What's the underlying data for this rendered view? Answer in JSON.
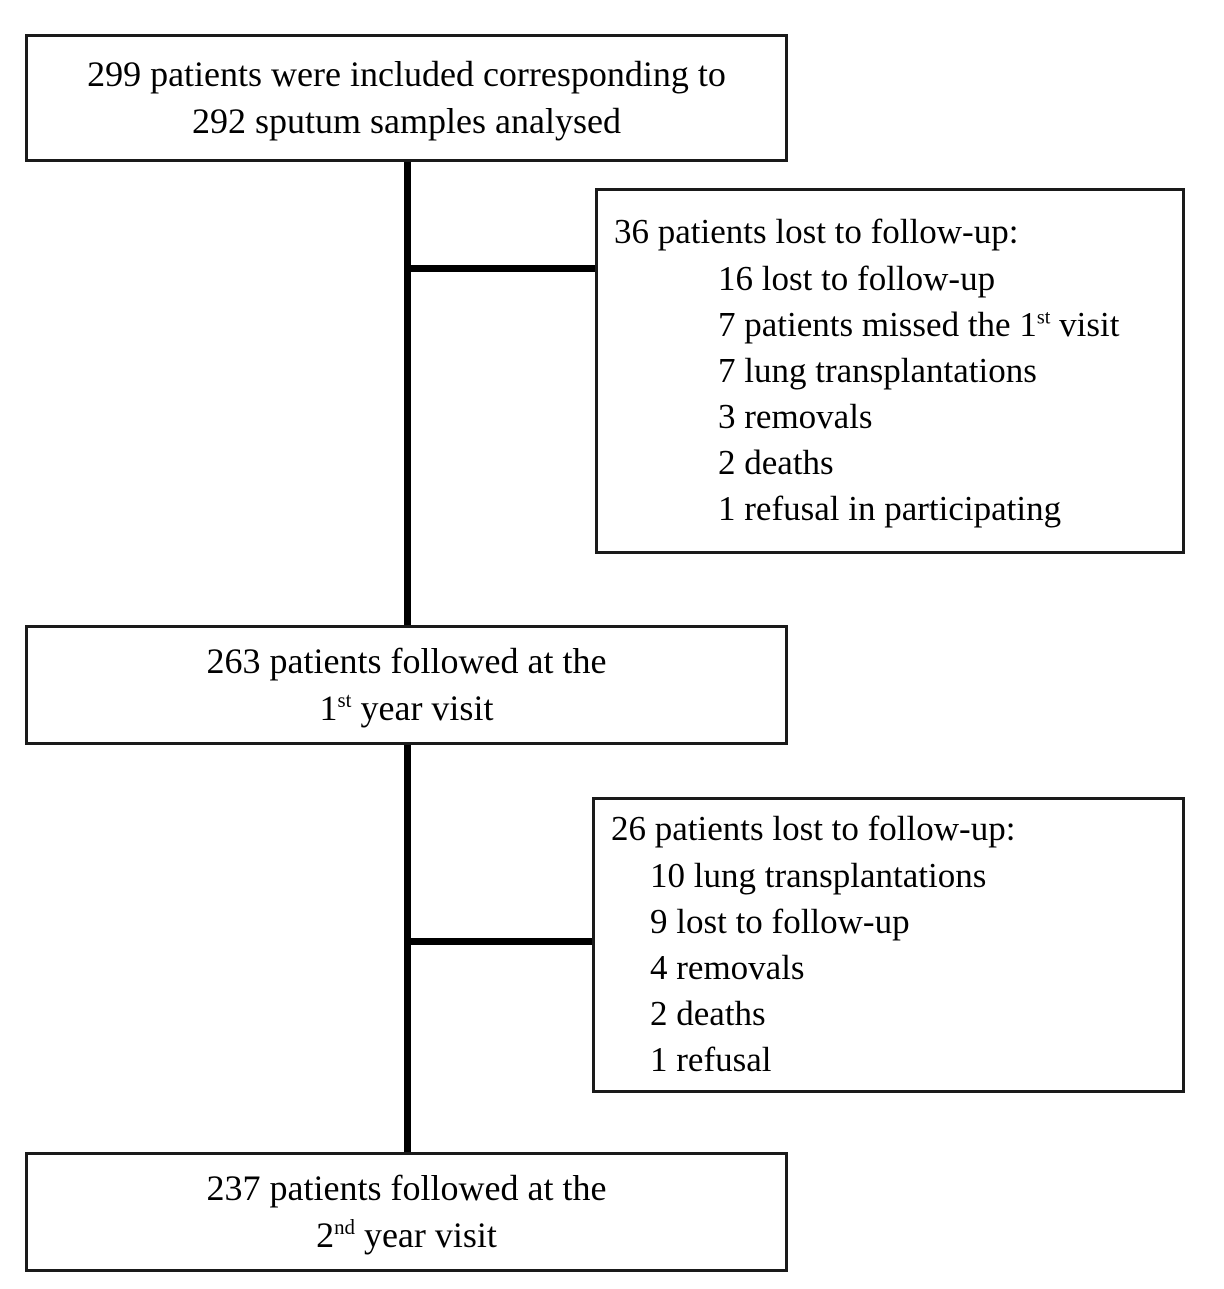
{
  "diagram": {
    "type": "patient-flow-chart",
    "nodes": {
      "enrolment": {
        "line1": "299 patients were included corresponding to",
        "line2": "292 sputum samples analysed"
      },
      "year1": {
        "line1": "263 patients followed at the",
        "line2_prefix": "1",
        "line2_sup": "st",
        "line2_suffix": " year visit"
      },
      "year2": {
        "line1": "237 patients followed at the",
        "line2_prefix": "2",
        "line2_sup": "nd",
        "line2_suffix": " year visit"
      }
    },
    "exclusions": [
      {
        "heading": "36 patients lost to follow-up:",
        "items": [
          {
            "text": "16 lost to follow-up"
          },
          {
            "prefix": "7 patients missed the 1",
            "sup": "st",
            "suffix": " visit"
          },
          {
            "text": "7 lung transplantations"
          },
          {
            "text": "3 removals"
          },
          {
            "text": "2 deaths"
          },
          {
            "text": "1 refusal in participating"
          }
        ]
      },
      {
        "heading": "26 patients lost to follow-up:",
        "items": [
          {
            "text": "10 lung transplantations"
          },
          {
            "text": "9 lost to follow-up"
          },
          {
            "text": "4 removals"
          },
          {
            "text": "2 deaths"
          },
          {
            "text": "1 refusal"
          }
        ]
      }
    ],
    "colors": {
      "stroke": "#1a1a1a",
      "connector": "#000000",
      "background": "#ffffff",
      "text": "#000000"
    }
  }
}
